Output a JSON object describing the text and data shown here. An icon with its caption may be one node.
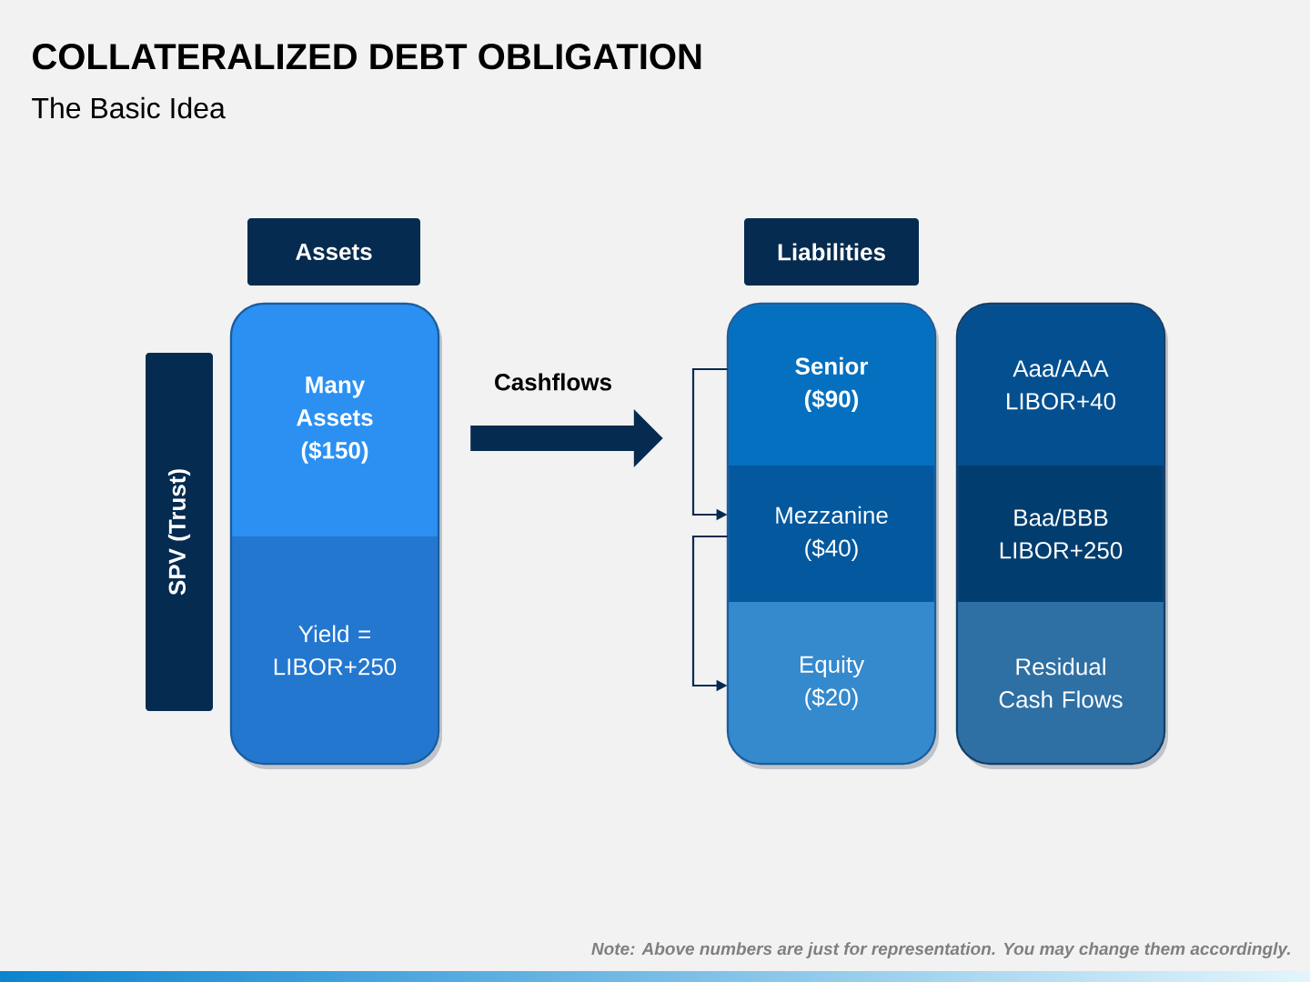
{
  "diagram": {
    "title": "COLLATERALIZED DEBT OBLIGATION",
    "nodes": [
      {
        "text": [
          "Assets"
        ]
      },
      {
        "text": [],
        "shape": "box"
      },
      {
        "text": [
          "Many Assets ($150)"
        ],
        "in": 1
      },
      {
        "text": [
          "Yield = LIBOR+250"
        ],
        "in": 1
      },
      {
        "text": [
          "SPV (Trust)"
        ]
      },
      {
        "text": [
          "Liabilities"
        ]
      },
      {
        "text": [],
        "shape": "box"
      },
      {
        "text": [
          "Senior ($90)"
        ],
        "in": 6
      },
      {
        "text": [
          "Mezzanine ($40)"
        ],
        "in": 6
      },
      {
        "text": [
          "Equity ($20)"
        ],
        "in": 6
      },
      {
        "text": [],
        "shape": "box"
      },
      {
        "text": [
          "Aaa/AAA LIBOR+40"
        ],
        "in": 10
      },
      {
        "text": [
          "Baa/BBB LIBOR+250"
        ],
        "in": 10
      },
      {
        "text": [
          "Residual Cash Flows"
        ],
        "in": 10
      }
    ],
    "edges": [
      {
        "from": 1,
        "to": 6,
        "arrow": "to",
        "label": "Cashflows",
        "style": "thick"
      },
      {
        "from": 7,
        "to": 8,
        "arrow": "to"
      },
      {
        "from": 8,
        "to": 9,
        "arrow": "to"
      }
    ],
    "labels": [
      "The Basic Idea",
      "Note: Above numbers are just for representation. You may change them accordingly."
    ]
  }
}
